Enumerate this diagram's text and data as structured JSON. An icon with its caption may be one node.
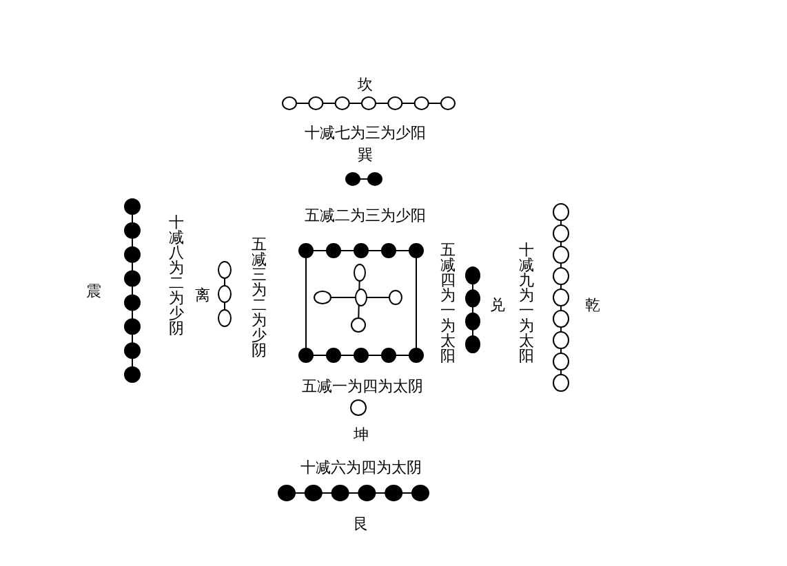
{
  "diagram": {
    "labels": [
      "坎",
      "十减七为三为少阳",
      "巽",
      "五减二为三为少阳",
      "震",
      "十减八为二为少阴",
      "离",
      "五减三为二为少阴",
      "五减四为一为太阳",
      "兑",
      "十减九为一为太阳",
      "乾",
      "五减一为四为太阴",
      "坤",
      "十减六为四为太阴",
      "艮"
    ]
  }
}
